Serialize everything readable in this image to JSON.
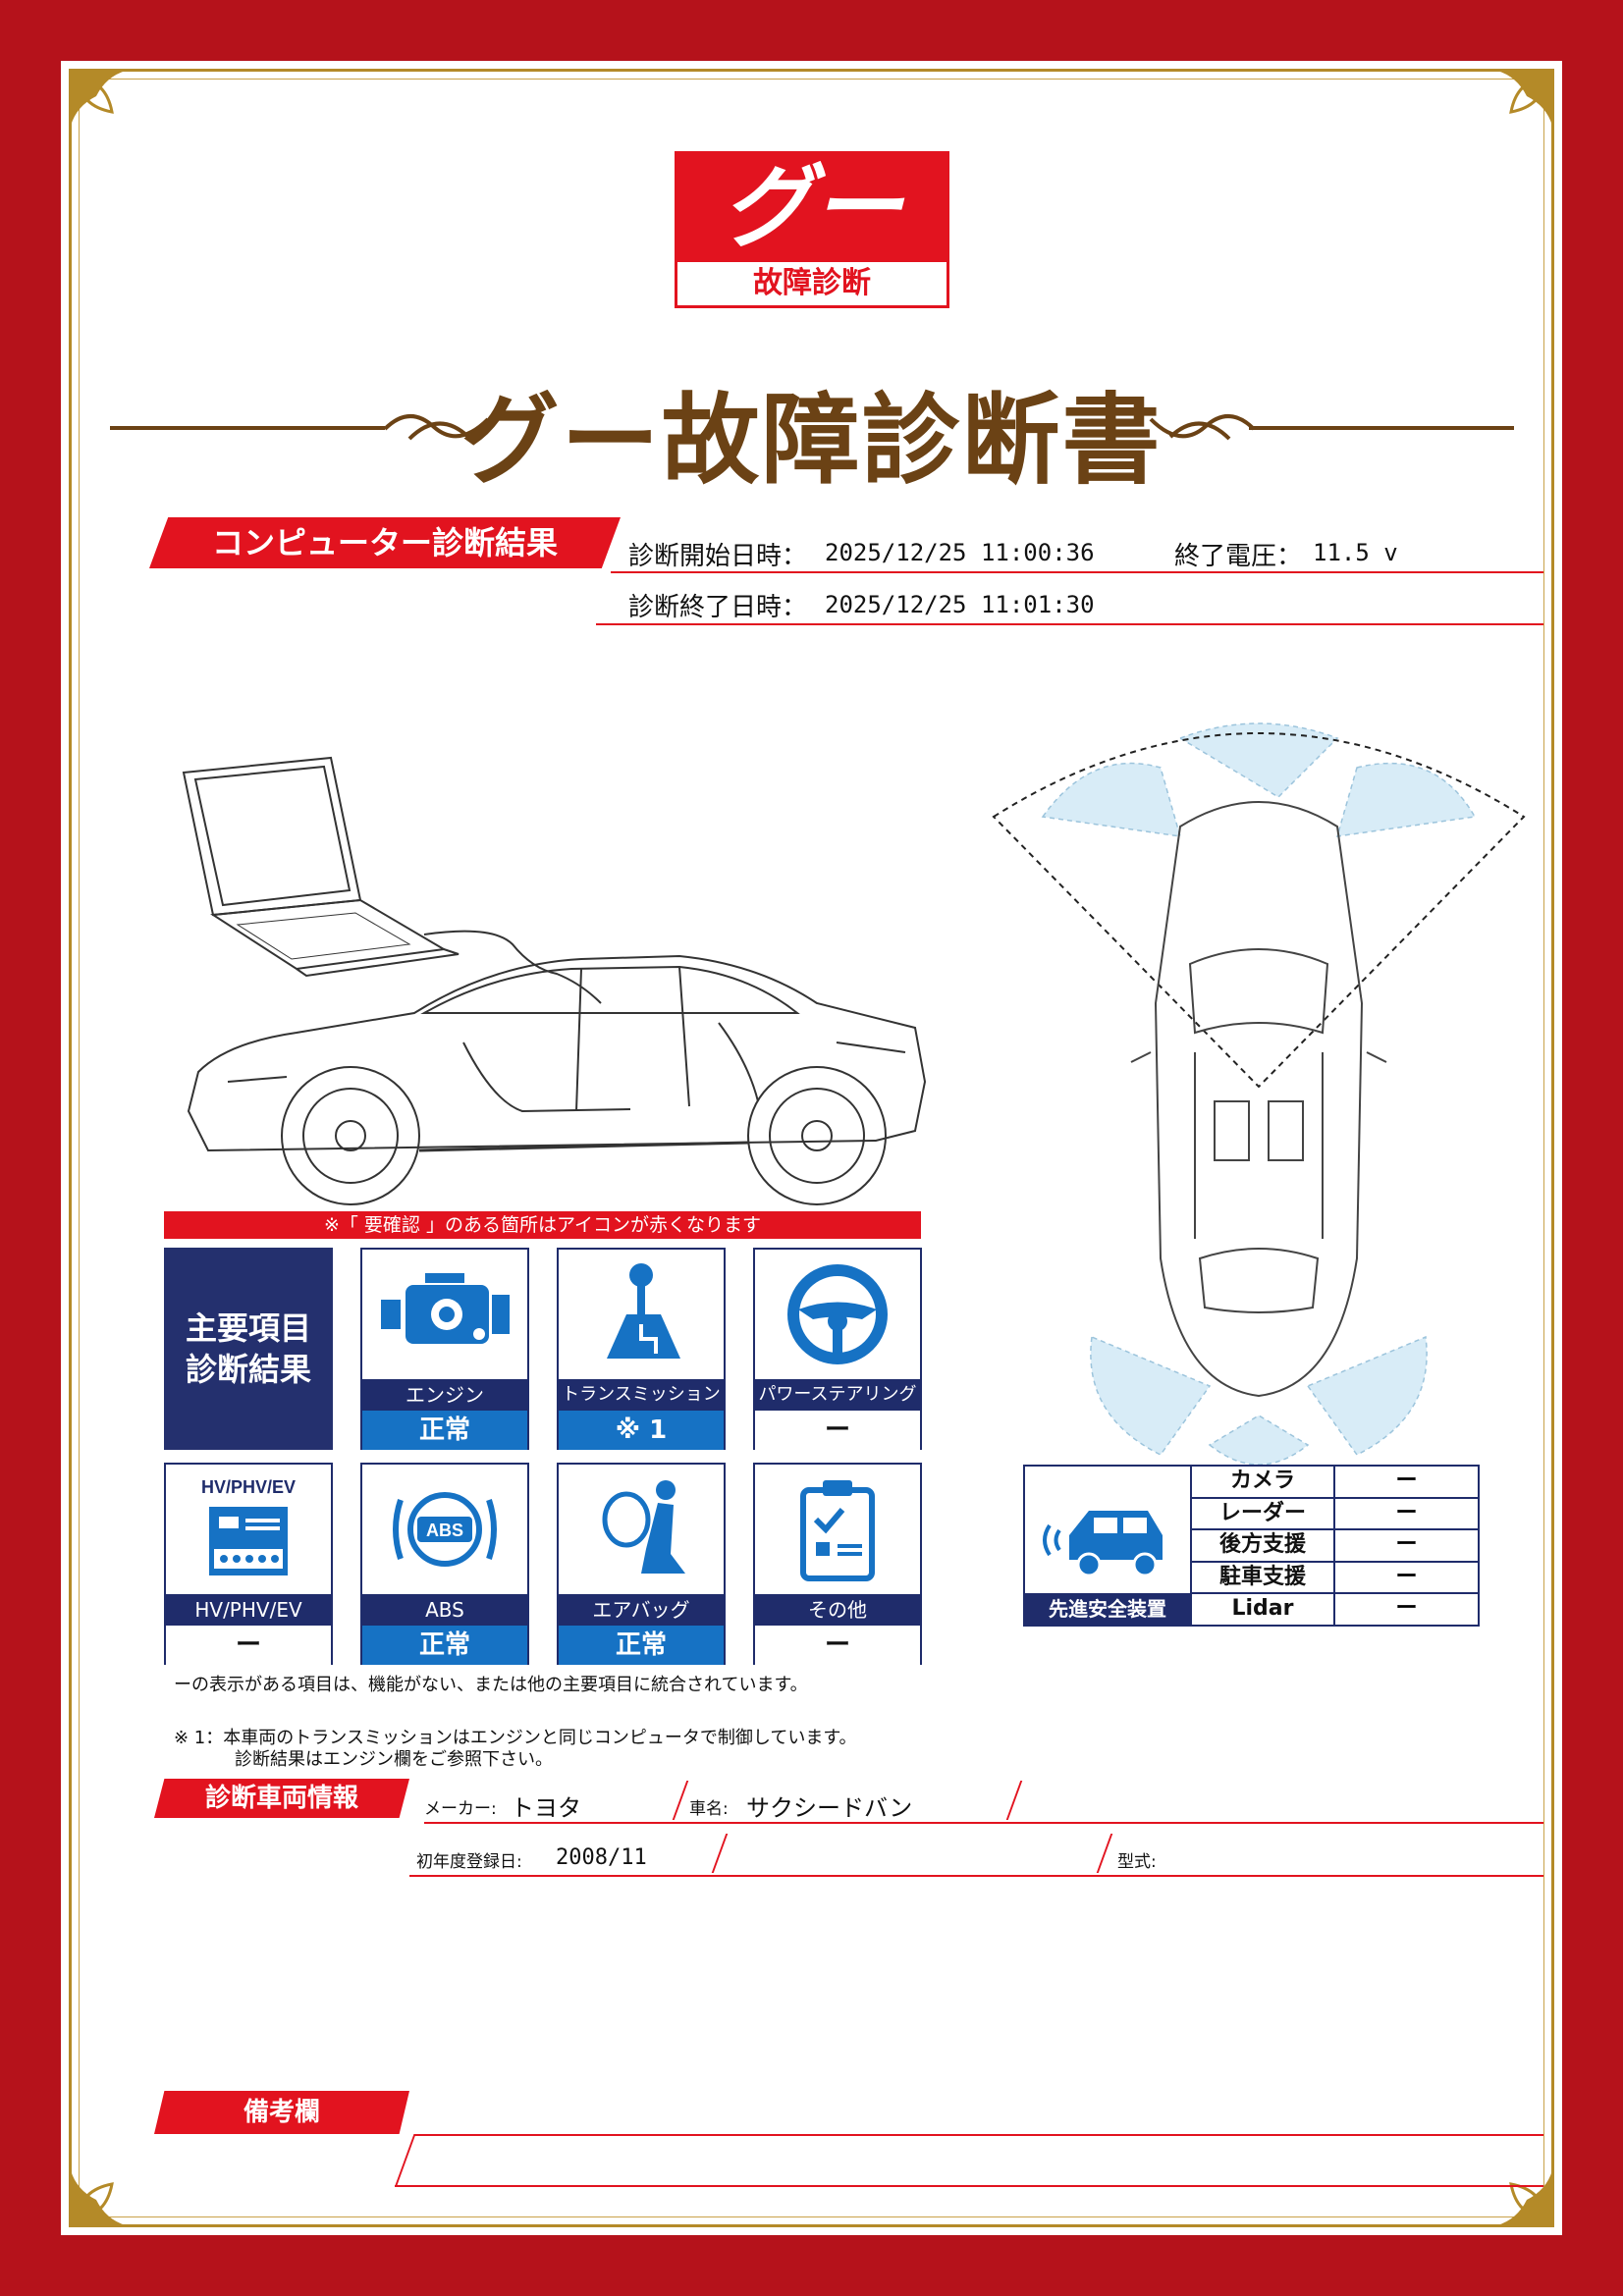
{
  "logo": {
    "mark": "グー",
    "sub": "故障診断"
  },
  "title": "グー故障診断書",
  "computer_section": {
    "header": "コンピューター診断結果",
    "start_label": "診断開始日時：",
    "start_value": "2025/12/25  11:00:36",
    "end_voltage_label": "終了電圧：",
    "end_voltage_value": "11.5 v",
    "end_label": "診断終了日時：",
    "end_value": "2025/12/25  11:01:30"
  },
  "notice": "※「 要確認 」のある箇所はアイコンが赤くなります",
  "main_items_label": "主要項目\n診断結果",
  "items": [
    {
      "name": "エンジン",
      "status": "正常",
      "kind": "ok",
      "icon": "engine-icon"
    },
    {
      "name": "トランスミッション",
      "status": "※ 1",
      "kind": "ok",
      "icon": "gear-shift-icon"
    },
    {
      "name": "パワーステアリング",
      "status": "ー",
      "kind": "none",
      "icon": "steering-wheel-icon"
    },
    {
      "name": "HV/PHV/EV",
      "status": "ー",
      "kind": "none",
      "icon": "hybrid-battery-icon",
      "icon_label": "HV/PHV/EV"
    },
    {
      "name": "ABS",
      "status": "正常",
      "kind": "ok",
      "icon": "abs-icon",
      "icon_label": "ABS"
    },
    {
      "name": "エアバッグ",
      "status": "正常",
      "kind": "ok",
      "icon": "airbag-icon"
    },
    {
      "name": "その他",
      "status": "ー",
      "kind": "none",
      "icon": "clipboard-icon"
    }
  ],
  "note_dash": "ーの表示がある項目は、機能がない、または他の主要項目に統合されています。",
  "note_1_line1": "※ 1：本車両のトランスミッションはエンジンと同じコンピュータで制御しています。",
  "note_1_line2": "診断結果はエンジン欄をご参照下さい。",
  "adas": {
    "caption": "先進安全装置",
    "rows": [
      {
        "label": "カメラ",
        "value": "ー"
      },
      {
        "label": "レーダー",
        "value": "ー"
      },
      {
        "label": "後方支援",
        "value": "ー"
      },
      {
        "label": "駐車支援",
        "value": "ー"
      },
      {
        "label": "Lidar",
        "value": "ー"
      }
    ]
  },
  "vehicle_section": {
    "header": "診断車両情報",
    "maker_label": "メーカー:",
    "maker_value": "トヨタ",
    "car_label": "車名:",
    "car_value": "サクシードバン",
    "reg_label": "初年度登録日:",
    "reg_value": "2008/11",
    "model_label": "型式:"
  },
  "remarks_section": {
    "header": "備考欄"
  }
}
